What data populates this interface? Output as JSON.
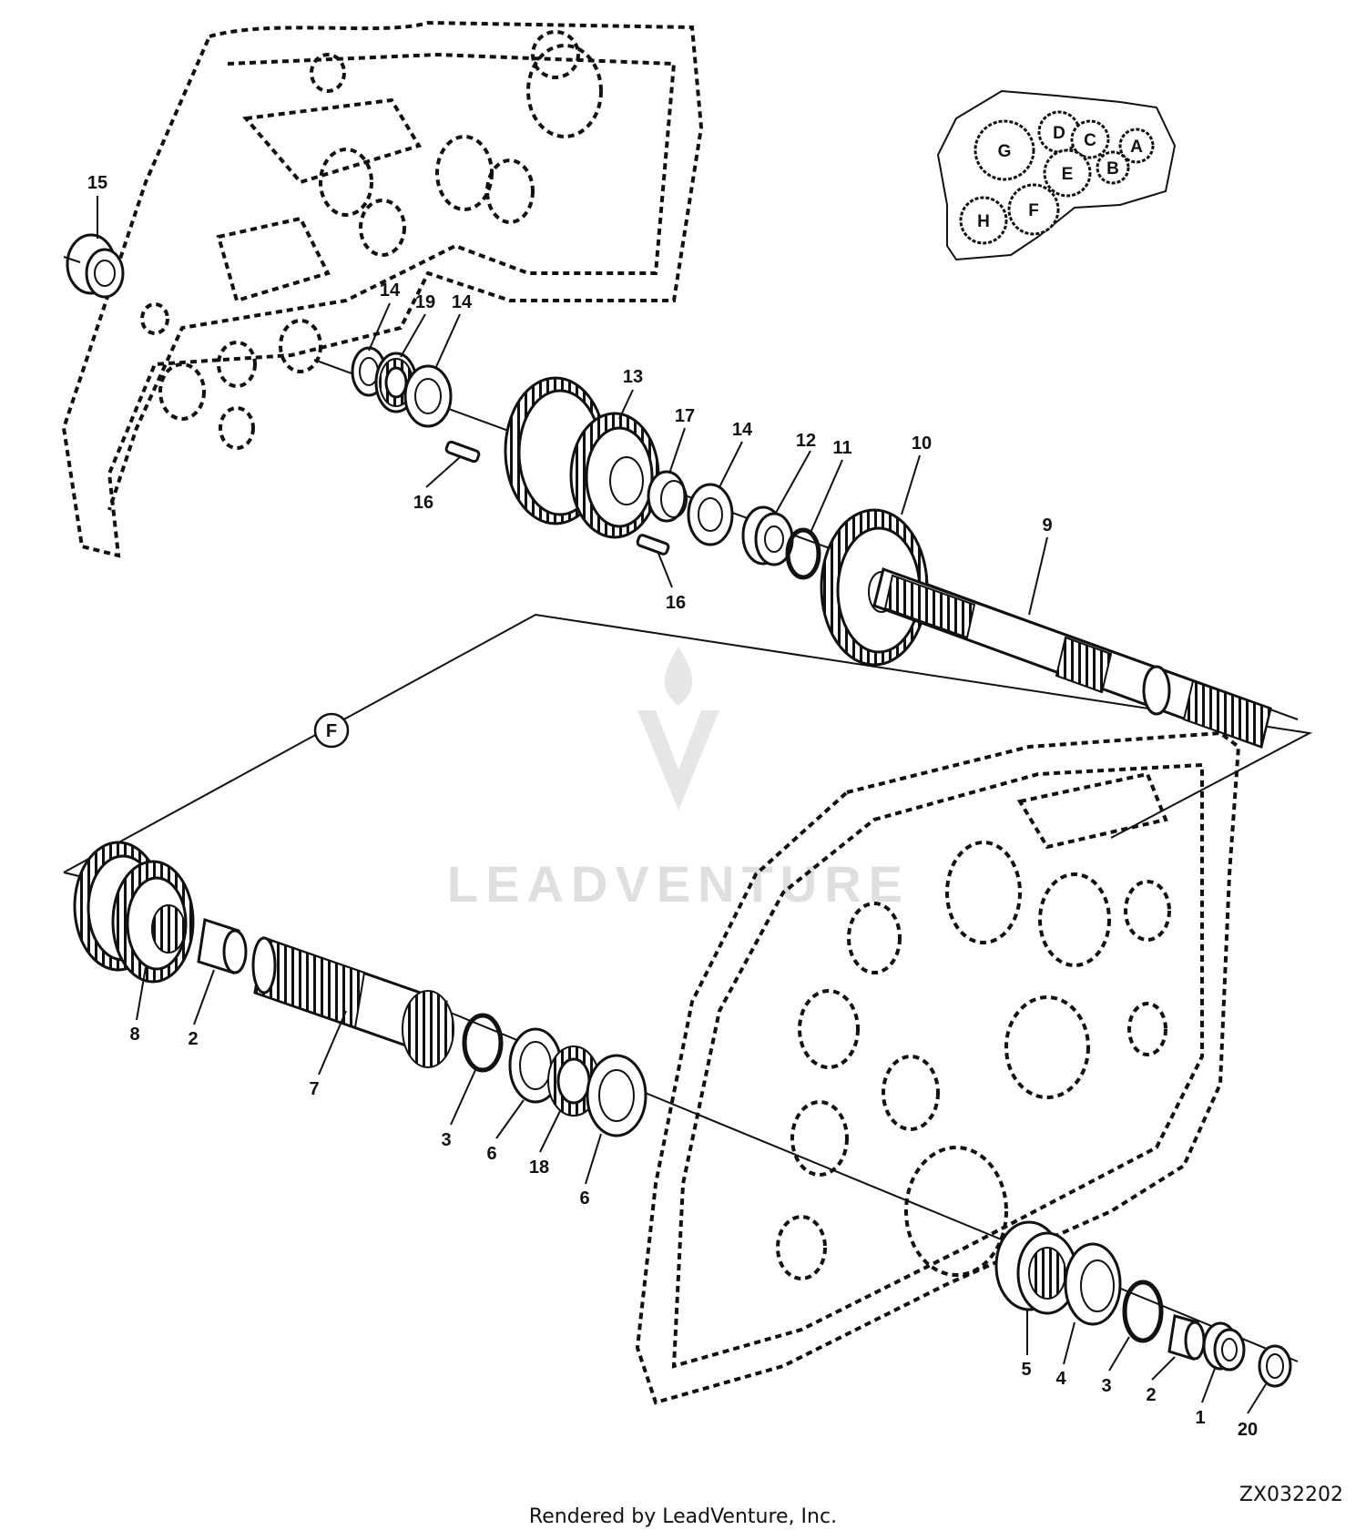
{
  "callouts": [
    {
      "id": "c15a",
      "text": "15"
    },
    {
      "id": "c14a",
      "text": "14"
    },
    {
      "id": "c19",
      "text": "19"
    },
    {
      "id": "c14b",
      "text": "14"
    },
    {
      "id": "c13",
      "text": "13"
    },
    {
      "id": "c17",
      "text": "17"
    },
    {
      "id": "c14c",
      "text": "14"
    },
    {
      "id": "c12",
      "text": "12"
    },
    {
      "id": "c11",
      "text": "11"
    },
    {
      "id": "c10",
      "text": "10"
    },
    {
      "id": "c9",
      "text": "9"
    },
    {
      "id": "c16a",
      "text": "16"
    },
    {
      "id": "c16b",
      "text": "16"
    },
    {
      "id": "c8",
      "text": "8"
    },
    {
      "id": "c2a",
      "text": "2"
    },
    {
      "id": "c7",
      "text": "7"
    },
    {
      "id": "c3a",
      "text": "3"
    },
    {
      "id": "c6a",
      "text": "6"
    },
    {
      "id": "c18",
      "text": "18"
    },
    {
      "id": "c6b",
      "text": "6"
    },
    {
      "id": "c5",
      "text": "5"
    },
    {
      "id": "c4",
      "text": "4"
    },
    {
      "id": "c3b",
      "text": "3"
    },
    {
      "id": "c2b",
      "text": "2"
    },
    {
      "id": "c1",
      "text": "1"
    },
    {
      "id": "c20",
      "text": "20"
    }
  ],
  "section_marker": "F",
  "inset_gears": [
    "A",
    "B",
    "C",
    "D",
    "E",
    "F",
    "G",
    "H"
  ],
  "watermark": "LEADVENTURE",
  "footer": {
    "rendered_by": "Rendered by LeadVenture, Inc.",
    "figure_id": "ZX032202"
  }
}
